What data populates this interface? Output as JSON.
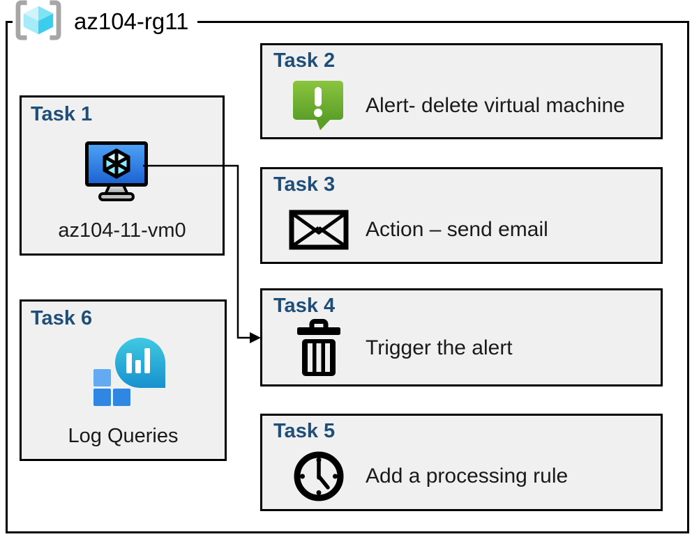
{
  "header": {
    "title": "az104-rg11",
    "icon": "resource-group-icon"
  },
  "tasks": [
    {
      "id": "task-1",
      "title": "Task 1",
      "label": "az104-11-vm0",
      "icon": "virtual-machine-icon"
    },
    {
      "id": "task-2",
      "title": "Task 2",
      "label": "Alert- delete virtual machine",
      "icon": "alert-icon"
    },
    {
      "id": "task-3",
      "title": "Task 3",
      "label": "Action – send email",
      "icon": "email-icon"
    },
    {
      "id": "task-4",
      "title": "Task 4",
      "label": "Trigger the alert",
      "icon": "trash-icon"
    },
    {
      "id": "task-5",
      "title": "Task 5",
      "label": "Add a processing rule",
      "icon": "clock-icon"
    },
    {
      "id": "task-6",
      "title": "Task 6",
      "label": "Log Queries",
      "icon": "log-analytics-icon"
    }
  ],
  "connector": {
    "from": "task-1-vm",
    "to": "task-4"
  },
  "colors": {
    "task_title_blue": "#1f4e79",
    "box_fill": "#f0f0f0",
    "border_black": "#000000",
    "alert_green_top": "#8bc53f",
    "alert_green_bottom": "#5b9e28",
    "vm_screen_blue_top": "#4ea4f6",
    "vm_screen_blue_bottom": "#1b60d2",
    "log_teal_top": "#40c9e2",
    "log_teal_bottom": "#1791ce",
    "log_square_light_blue": "#63aaf2",
    "log_square_blue": "#2f87e3",
    "rg_bracket_gray": "#a6a6a6",
    "rg_cube_cyan": "#50d8f2"
  }
}
